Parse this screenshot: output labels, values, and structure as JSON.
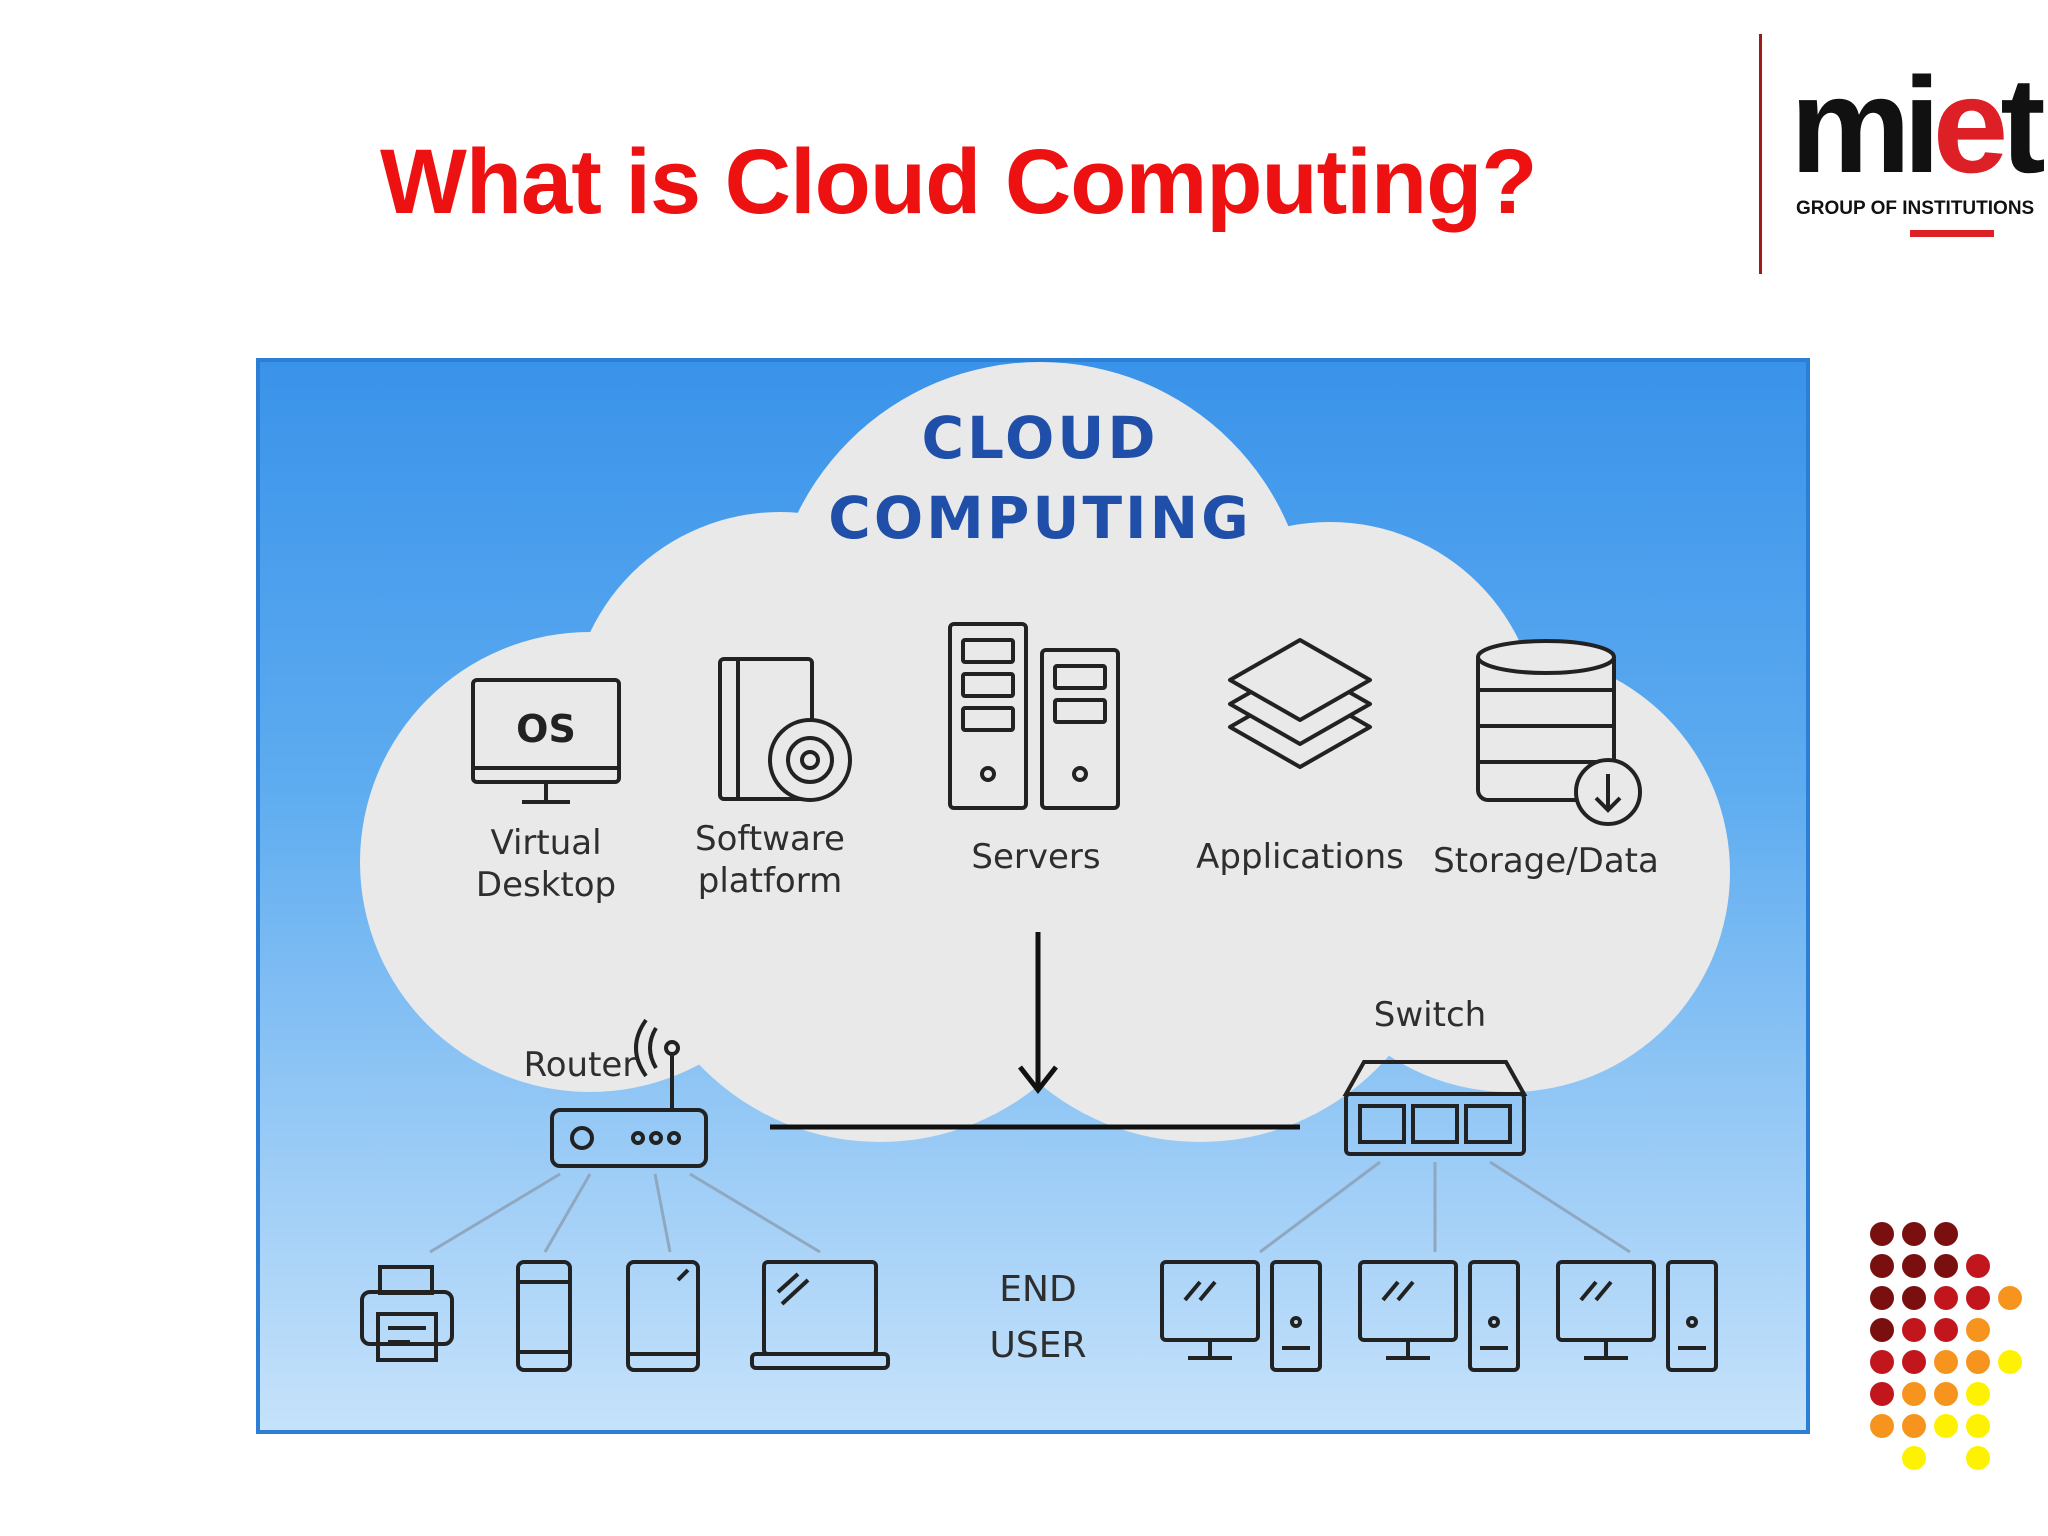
{
  "slide": {
    "title": "What is Cloud Computing?"
  },
  "logo": {
    "word_part1": "mi",
    "word_e": "e",
    "word_part2": "t",
    "subtitle": "GROUP OF INSTITUTIONS"
  },
  "diagram": {
    "cloud_title_line1": "CLOUD",
    "cloud_title_line2": "COMPUTING",
    "services": [
      {
        "label_line1": "Virtual",
        "label_line2": "Desktop",
        "icon": "monitor-os-icon",
        "icon_text": "OS"
      },
      {
        "label_line1": "Software",
        "label_line2": "platform",
        "icon": "software-disc-icon"
      },
      {
        "label_line1": "Servers",
        "icon": "server-towers-icon"
      },
      {
        "label_line1": "Applications",
        "icon": "layers-icon"
      },
      {
        "label_line1": "Storage/Data",
        "icon": "database-download-icon"
      }
    ],
    "router_label": "Router",
    "switch_label": "Switch",
    "end_user_line1": "END",
    "end_user_line2": "USER",
    "end_devices_left": [
      "printer-icon",
      "smartphone-icon",
      "tablet-icon",
      "laptop-icon"
    ],
    "end_devices_right": [
      "desktop-computer-icon",
      "desktop-computer-icon",
      "desktop-computer-icon"
    ]
  },
  "colors": {
    "title": "#ee1111",
    "cloud_title": "#1f4fa8",
    "frame_border": "#2d7fd6",
    "logo_accent": "#dd1f26"
  },
  "decoration": {
    "dot_colors": [
      "#7a0f10",
      "#c0161c",
      "#ee1c25",
      "#f7941d",
      "#fff200"
    ]
  }
}
